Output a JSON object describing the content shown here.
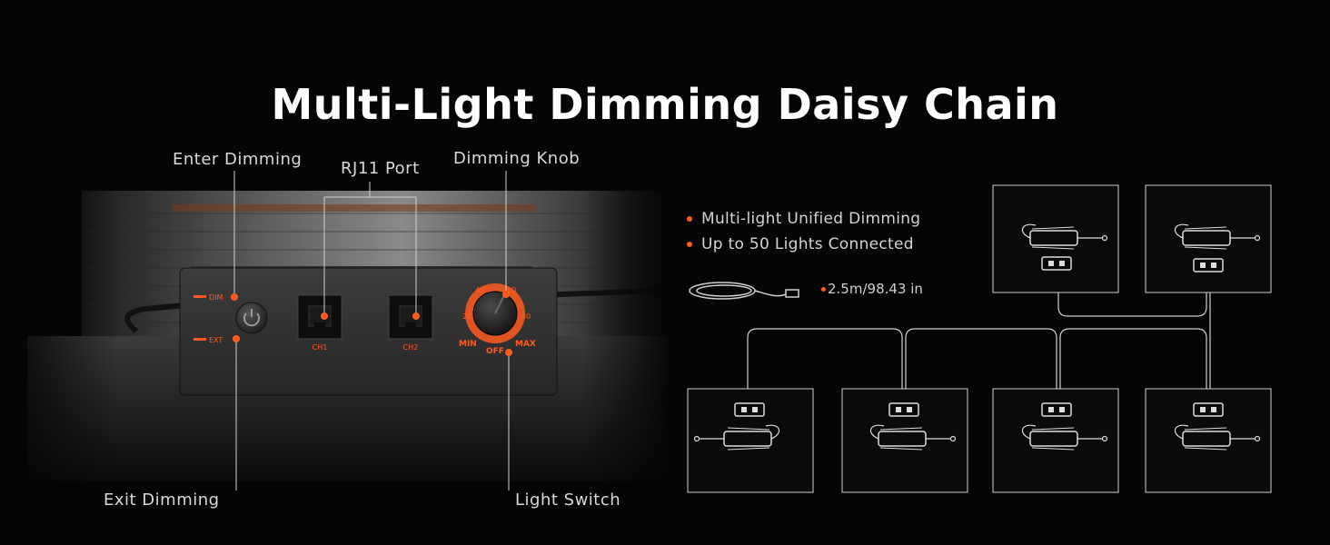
{
  "title": "Multi-Light Dimming Daisy Chain",
  "callouts": {
    "enter_dimming": "Enter Dimming",
    "rj11_port": "RJ11 Port",
    "dimming_knob": "Dimming Knob",
    "exit_dimming": "Exit Dimming",
    "light_switch": "Light Switch"
  },
  "device": {
    "dim_label": "DIM",
    "ext_label": "EXT",
    "ch1_label": "CH1",
    "ch2_label": "CH2",
    "knob_ticks": [
      "20",
      "40",
      "60",
      "80"
    ],
    "min_label": "MIN",
    "max_label": "MAX",
    "off_label": "OFF"
  },
  "features": [
    "Multi-light Unified Dimming",
    "Up to 50 Lights Connected"
  ],
  "cable_length": "2.5m/98.43 in",
  "colors": {
    "accent": "#ff5a1f",
    "background": "#050505",
    "text": "#ffffff"
  },
  "icons": [
    "power-icon",
    "rj11-port-icon",
    "dimming-knob-icon",
    "cable-icon",
    "grow-light-icon"
  ]
}
